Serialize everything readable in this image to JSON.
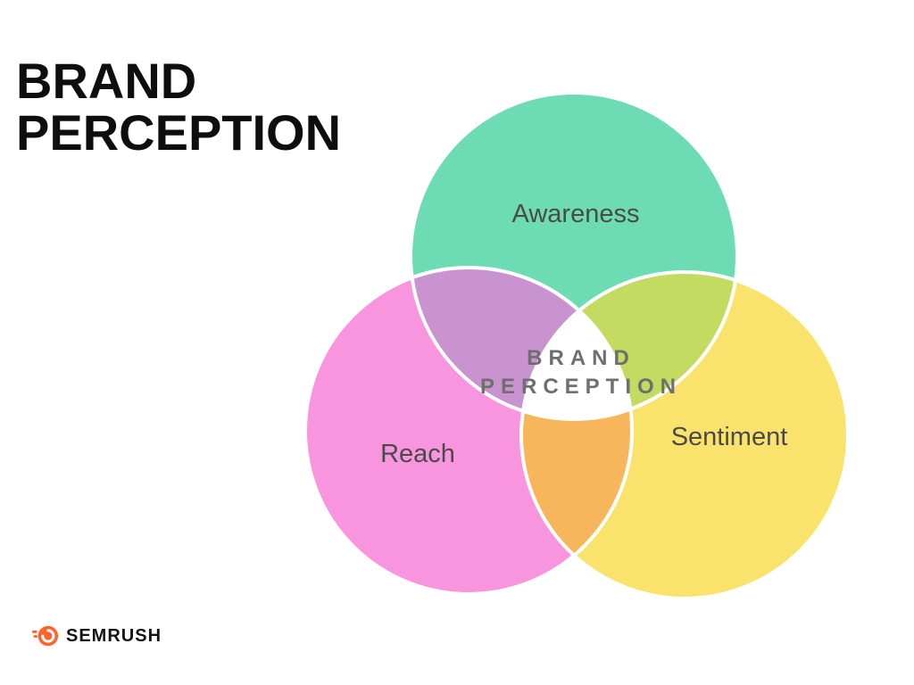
{
  "page": {
    "background": "#ffffff"
  },
  "header": {
    "title_line1": "BRAND",
    "title_line2": "PERCEPTION",
    "color": "#0e0e0e"
  },
  "diagram": {
    "stroke_color": "#ffffff",
    "label_color": "#4a4a4a",
    "center_label": {
      "line1": "BRAND",
      "line2": "PERCEPTION",
      "color": "#6f6f6f"
    },
    "circles": [
      {
        "id": "awareness",
        "label": "Awareness",
        "color": "#6ddcb4"
      },
      {
        "id": "reach",
        "label": "Reach",
        "color": "#f995de"
      },
      {
        "id": "sentiment",
        "label": "Sentiment",
        "color": "#fae36c"
      }
    ],
    "overlaps": {
      "awareness_reach": "#c893cf",
      "awareness_sentiment": "#c4db62",
      "reach_sentiment": "#f7b65c",
      "center": "#ffffff"
    }
  },
  "footer": {
    "logo_text": "SEMRUSH",
    "logo_color": "#ff642d",
    "text_color": "#141414"
  }
}
